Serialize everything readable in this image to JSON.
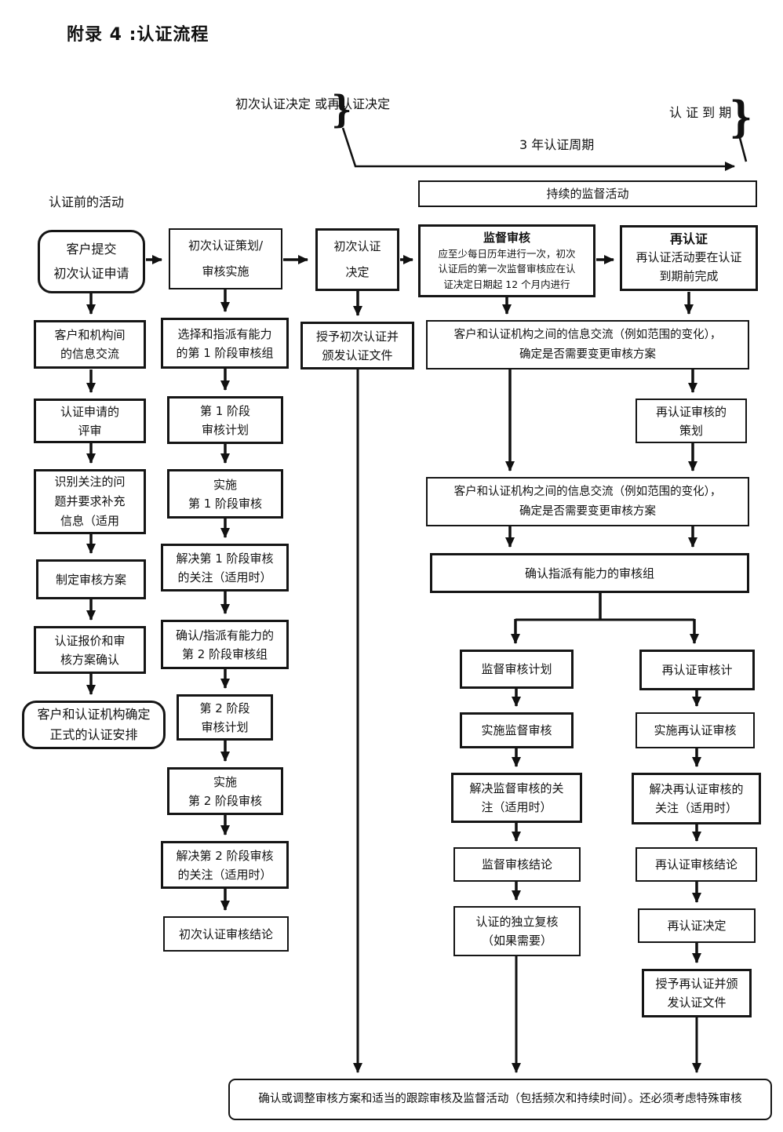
{
  "title": "附录 4 :认证流程",
  "labels": {
    "pre_cert": "认证前的活动",
    "decision1": "初次认证决定",
    "decision2": "或再认证决定",
    "expiry": "认 证 到 期",
    "cycle": "3 年认证周期",
    "brace": "}"
  },
  "nodes": {
    "a1": {
      "lines": [
        "客户提交",
        "初次认证申请"
      ]
    },
    "a2": {
      "lines": [
        "客户和机构间",
        "的信息交流"
      ]
    },
    "a3": {
      "lines": [
        "认证申请的",
        "评审"
      ]
    },
    "a4": {
      "lines": [
        "识别关注的问",
        "题并要求补充",
        "信息（适用"
      ]
    },
    "a5": {
      "lines": [
        "制定审核方案"
      ]
    },
    "a6": {
      "lines": [
        "认证报价和审",
        "核方案确认"
      ]
    },
    "a7": {
      "lines": [
        "客户和认证机构确定",
        "正式的认证安排"
      ]
    },
    "b1": {
      "lines": [
        "初次认证策划/",
        "审核实施"
      ]
    },
    "b2": {
      "lines": [
        "选择和指派有能力",
        "的第 1 阶段审核组"
      ]
    },
    "b3": {
      "lines": [
        "第 1 阶段",
        "审核计划"
      ]
    },
    "b4": {
      "lines": [
        "实施",
        "第 1 阶段审核"
      ]
    },
    "b5": {
      "lines": [
        "解决第 1 阶段审核",
        "的关注（适用时）"
      ]
    },
    "b6": {
      "lines": [
        "确认/指派有能力的",
        "第 2 阶段审核组"
      ]
    },
    "b7": {
      "lines": [
        "第 2 阶段",
        "审核计划"
      ]
    },
    "b8": {
      "lines": [
        "实施",
        "第 2 阶段审核"
      ]
    },
    "b9": {
      "lines": [
        "解决第 2 阶段审核",
        "的关注（适用时）"
      ]
    },
    "b10": {
      "lines": [
        "初次认证审核结论"
      ]
    },
    "c1": {
      "lines": [
        "初次认证",
        "决定"
      ]
    },
    "c2": {
      "lines": [
        "授予初次认证并",
        "颁发认证文件"
      ]
    },
    "d0": {
      "lines": [
        "持续的监督活动"
      ]
    },
    "d1": {
      "title": "监督审核",
      "body": [
        "应至少每日历年进行一次，初次",
        "认证后的第一次监督审核应在认",
        "证决定日期起 12 个月内进行"
      ]
    },
    "e1": {
      "title": "再认证",
      "body": [
        "再认证活动要在认证",
        "到期前完成"
      ]
    },
    "w1": {
      "lines": [
        "客户和认证机构之间的信息交流（例如范围的变化），",
        "确定是否需要变更审核方案"
      ]
    },
    "e2": {
      "lines": [
        "再认证审核的",
        "策划"
      ]
    },
    "w2": {
      "lines": [
        "客户和认证机构之间的信息交流（例如范围的变化），",
        "确定是否需要变更审核方案"
      ]
    },
    "w3": {
      "lines": [
        "确认指派有能力的审核组"
      ]
    },
    "d2": {
      "lines": [
        "监督审核计划"
      ]
    },
    "d3": {
      "lines": [
        "实施监督审核"
      ]
    },
    "d4": {
      "lines": [
        "解决监督审核的关",
        "注（适用时）"
      ]
    },
    "d5": {
      "lines": [
        "监督审核结论"
      ]
    },
    "d6": {
      "lines": [
        "认证的独立复核",
        "（如果需要）"
      ]
    },
    "e3": {
      "lines": [
        "再认证审核计"
      ]
    },
    "e4": {
      "lines": [
        "实施再认证审核"
      ]
    },
    "e5": {
      "lines": [
        "解决再认证审核的",
        "关注（适用时）"
      ]
    },
    "e6": {
      "lines": [
        "再认证审核结论"
      ]
    },
    "e7": {
      "lines": [
        "再认证决定"
      ]
    },
    "e8": {
      "lines": [
        "授予再认证并颁",
        "发认证文件"
      ]
    },
    "f1": {
      "lines": [
        "确认或调整审核方案和适当的跟踪审核及监督活动（包括频次和持续时间）。还必须考虑特殊审核"
      ]
    }
  }
}
